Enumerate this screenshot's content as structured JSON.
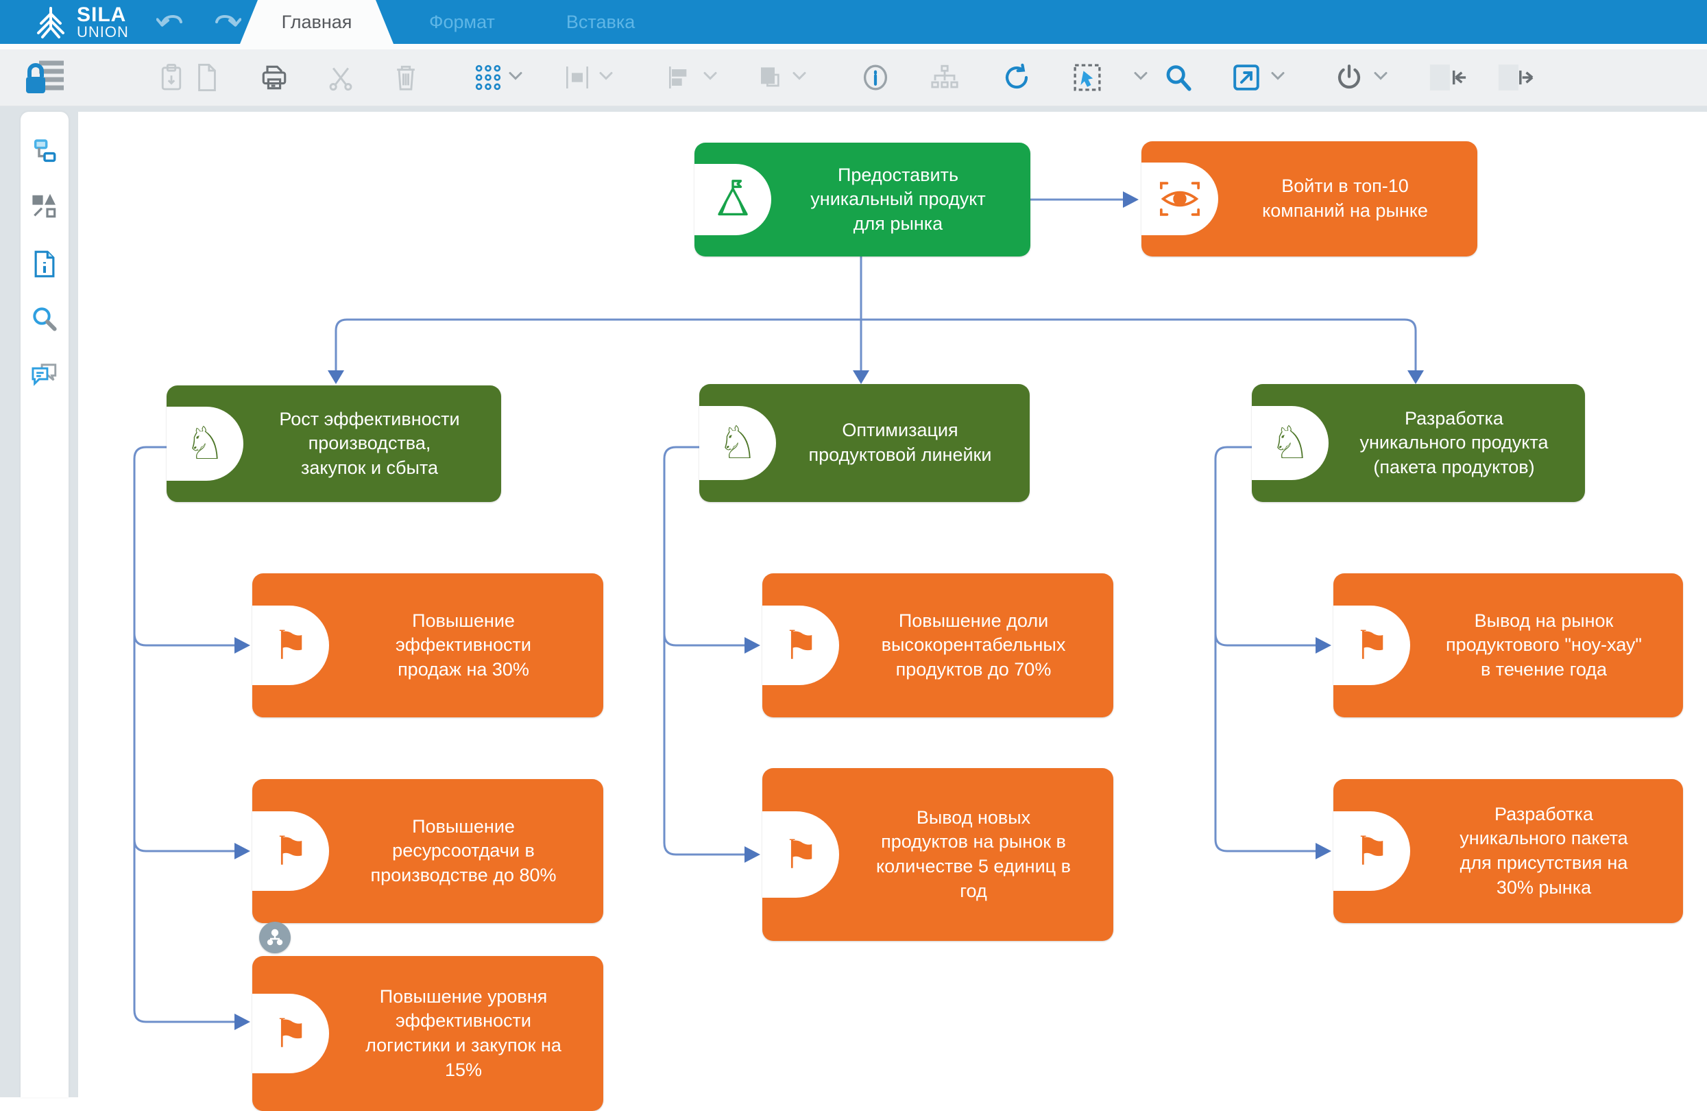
{
  "header": {
    "brand": {
      "line1": "SILA",
      "line2": "UNION",
      "logo_icon": "sila-union-logo"
    },
    "history": {
      "undo_icon": "undo-arrow-icon",
      "redo_icon": "redo-arrow-icon"
    },
    "tabs": [
      {
        "label": "Главная",
        "active": true
      },
      {
        "label": "Формат",
        "active": false
      },
      {
        "label": "Вставка",
        "active": false
      }
    ]
  },
  "toolbar": {
    "buttons": [
      {
        "icon": "lock-objects-icon",
        "enabled": true
      },
      {
        "icon": "paste-icon",
        "enabled": false
      },
      {
        "icon": "new-page-icon",
        "enabled": false
      },
      {
        "icon": "print-icon",
        "enabled": true
      },
      {
        "icon": "cut-icon",
        "enabled": false
      },
      {
        "icon": "delete-icon",
        "enabled": false
      },
      {
        "icon": "grid-dots-icon",
        "enabled": true,
        "dropdown": true
      },
      {
        "icon": "distribute-icon",
        "enabled": false,
        "dropdown": true
      },
      {
        "icon": "align-icon",
        "enabled": false,
        "dropdown": true
      },
      {
        "icon": "arrange-order-icon",
        "enabled": false,
        "dropdown": true
      },
      {
        "icon": "info-icon",
        "enabled": false
      },
      {
        "icon": "hierarchy-icon",
        "enabled": false
      },
      {
        "icon": "refresh-icon",
        "enabled": true
      },
      {
        "icon": "selection-mode-icon",
        "enabled": true,
        "dropdown": true
      },
      {
        "icon": "zoom-search-icon",
        "enabled": true
      },
      {
        "icon": "open-external-icon",
        "enabled": true,
        "dropdown": true
      },
      {
        "icon": "power-icon",
        "enabled": true,
        "dropdown": true
      },
      {
        "icon": "collapse-panel-left-icon",
        "enabled": false
      },
      {
        "icon": "collapse-panel-right-icon",
        "enabled": false
      }
    ]
  },
  "sidebar": {
    "tools": [
      {
        "icon": "model-navigator-icon"
      },
      {
        "icon": "shapes-palette-icon"
      },
      {
        "icon": "document-info-icon"
      },
      {
        "icon": "search-icon"
      },
      {
        "icon": "comments-icon"
      }
    ]
  },
  "colors": {
    "header_blue": "#1688cb",
    "mission_green": "#17a34a",
    "strategy_green": "#4d7628",
    "goal_orange": "#ee7125",
    "connector_blue": "#6e8fca",
    "arrowhead_blue": "#4e76bd"
  },
  "diagram": {
    "nodes": [
      {
        "id": "mission",
        "type": "mission",
        "icon": "mountain-flag-icon",
        "color": "#17a34a",
        "label": "Предоставить\nуникальный продукт\nдля рынка"
      },
      {
        "id": "vision",
        "type": "vision",
        "icon": "vision-eye-icon",
        "color": "#ee7125",
        "label": "Войти в топ-10\nкомпаний на рынке"
      },
      {
        "id": "strategy-1",
        "type": "strategy",
        "icon": "chess-knight-icon",
        "color": "#4d7628",
        "label": "Рост эффективности\nпроизводства,\nзакупок и сбыта"
      },
      {
        "id": "strategy-2",
        "type": "strategy",
        "icon": "chess-knight-icon",
        "color": "#4d7628",
        "label": "Оптимизация\nпродуктовой линейки"
      },
      {
        "id": "strategy-3",
        "type": "strategy",
        "icon": "chess-knight-icon",
        "color": "#4d7628",
        "label": "Разработка\nуникального  продукта\n(пакета продуктов)"
      },
      {
        "id": "goal-1-1",
        "type": "goal",
        "icon": "flag-icon",
        "color": "#ee7125",
        "label": "Повышение\nэффективности\nпродаж на 30%"
      },
      {
        "id": "goal-1-2",
        "type": "goal",
        "icon": "flag-icon",
        "color": "#ee7125",
        "label": "Повышение\nресурсоотдачи в\nпроизводстве до 80%"
      },
      {
        "id": "goal-1-3",
        "type": "goal",
        "icon": "flag-icon",
        "color": "#ee7125",
        "label": "Повышение уровня\nэффективности\nлогистики и закупок на\n15%"
      },
      {
        "id": "goal-2-1",
        "type": "goal",
        "icon": "flag-icon",
        "color": "#ee7125",
        "label": "Повышение доли\nвысокорентабельных\nпродуктов до 70%"
      },
      {
        "id": "goal-2-2",
        "type": "goal",
        "icon": "flag-icon",
        "color": "#ee7125",
        "label": "Вывод новых\nпродуктов на рынок в\nколичестве 5 единиц в\nгод"
      },
      {
        "id": "goal-3-1",
        "type": "goal",
        "icon": "flag-icon",
        "color": "#ee7125",
        "label": "Вывод на рынок\nпродуктового \"ноу-хау\"\nв течение года"
      },
      {
        "id": "goal-3-2",
        "type": "goal",
        "icon": "flag-icon",
        "color": "#ee7125",
        "label": "Разработка\nуникального пакета\nдля присутствия на\n30% рынка"
      }
    ],
    "edges": [
      {
        "from": "mission",
        "to": "vision"
      },
      {
        "from": "mission",
        "to": "strategy-1"
      },
      {
        "from": "mission",
        "to": "strategy-2"
      },
      {
        "from": "mission",
        "to": "strategy-3"
      },
      {
        "from": "strategy-1",
        "to": "goal-1-1"
      },
      {
        "from": "strategy-1",
        "to": "goal-1-2"
      },
      {
        "from": "strategy-1",
        "to": "goal-1-3"
      },
      {
        "from": "strategy-2",
        "to": "goal-2-1"
      },
      {
        "from": "strategy-2",
        "to": "goal-2-2"
      },
      {
        "from": "strategy-3",
        "to": "goal-3-1"
      },
      {
        "from": "strategy-3",
        "to": "goal-3-2"
      }
    ],
    "badges": [
      {
        "id": "decomposition-badge",
        "icon": "decomposition-icon",
        "attached_to": "goal-1-2"
      }
    ]
  }
}
